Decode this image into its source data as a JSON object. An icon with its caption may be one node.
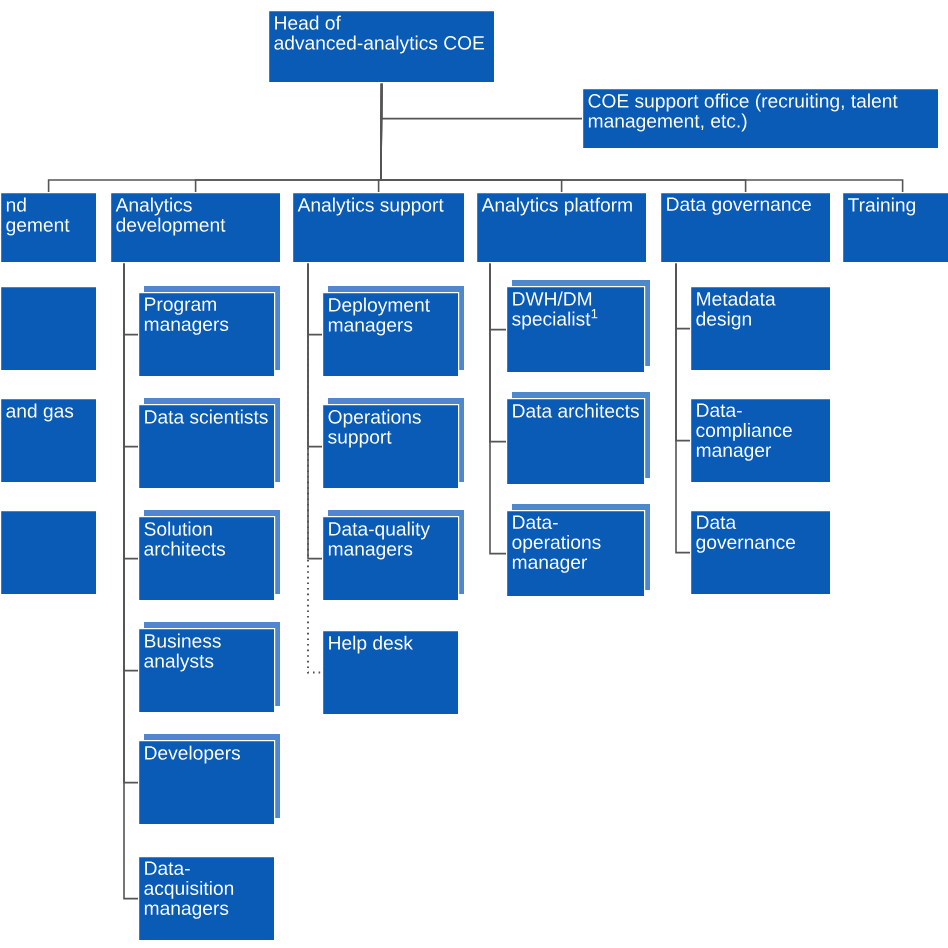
{
  "diagram": {
    "nodes": [
      {
        "text": [
          "Head of advanced-analytics COE"
        ]
      },
      {
        "text": [
          "COE support office (recruiting, talent management, etc.)"
        ]
      },
      {
        "text": [
          "nd gement"
        ]
      },
      {
        "text": [
          "Analytics development"
        ]
      },
      {
        "text": [
          "Analytics support"
        ]
      },
      {
        "text": [
          "Analytics platform"
        ]
      },
      {
        "text": [
          "Data governance"
        ]
      },
      {
        "text": [
          "Training"
        ]
      },
      {
        "text": [],
        "shape": "box"
      },
      {
        "text": [
          "and gas"
        ]
      },
      {
        "text": [],
        "shape": "box"
      },
      {
        "text": [
          "Program managers"
        ]
      },
      {
        "text": [
          "Data scientists"
        ]
      },
      {
        "text": [
          "Solution architects"
        ]
      },
      {
        "text": [
          "Business analysts"
        ]
      },
      {
        "text": [
          "Developers"
        ]
      },
      {
        "text": [
          "Data-acquisition managers"
        ]
      },
      {
        "text": [
          "Deployment managers"
        ]
      },
      {
        "text": [
          "Operations support"
        ]
      },
      {
        "text": [
          "Data-quality managers"
        ]
      },
      {
        "text": [
          "Help desk"
        ]
      },
      {
        "text": [
          "DWH/DM specialist$^{1}$"
        ]
      },
      {
        "text": [
          "Data architects"
        ]
      },
      {
        "text": [
          "Data-operations manager"
        ]
      },
      {
        "text": [
          "Metadata design"
        ]
      },
      {
        "text": [
          "Data-compliance manager"
        ]
      },
      {
        "text": [
          "Data governance"
        ]
      }
    ],
    "edges": [
      {
        "from": 0,
        "to": 1,
        "arrow": "none"
      },
      {
        "from": 0,
        "to": 2,
        "arrow": "none"
      },
      {
        "from": 0,
        "to": 3,
        "arrow": "none"
      },
      {
        "from": 0,
        "to": 4,
        "arrow": "none"
      },
      {
        "from": 0,
        "to": 5,
        "arrow": "none"
      },
      {
        "from": 0,
        "to": 6,
        "arrow": "none"
      },
      {
        "from": 0,
        "to": 7,
        "arrow": "none"
      },
      {
        "from": 3,
        "to": 11,
        "arrow": "none"
      },
      {
        "from": 3,
        "to": 12,
        "arrow": "none"
      },
      {
        "from": 3,
        "to": 13,
        "arrow": "none"
      },
      {
        "from": 3,
        "to": 14,
        "arrow": "none"
      },
      {
        "from": 3,
        "to": 15,
        "arrow": "none"
      },
      {
        "from": 3,
        "to": 16,
        "arrow": "none"
      },
      {
        "from": 4,
        "to": 17,
        "arrow": "none"
      },
      {
        "from": 4,
        "to": 18,
        "arrow": "none"
      },
      {
        "from": 4,
        "to": 19,
        "arrow": "none"
      },
      {
        "from": 4,
        "to": 20,
        "arrow": "none",
        "style": "dashed"
      },
      {
        "from": 5,
        "to": 21,
        "arrow": "none"
      },
      {
        "from": 5,
        "to": 22,
        "arrow": "none"
      },
      {
        "from": 5,
        "to": 23,
        "arrow": "none"
      },
      {
        "from": 6,
        "to": 24,
        "arrow": "none"
      },
      {
        "from": 6,
        "to": 25,
        "arrow": "none"
      },
      {
        "from": 6,
        "to": 26,
        "arrow": "none"
      }
    ]
  }
}
